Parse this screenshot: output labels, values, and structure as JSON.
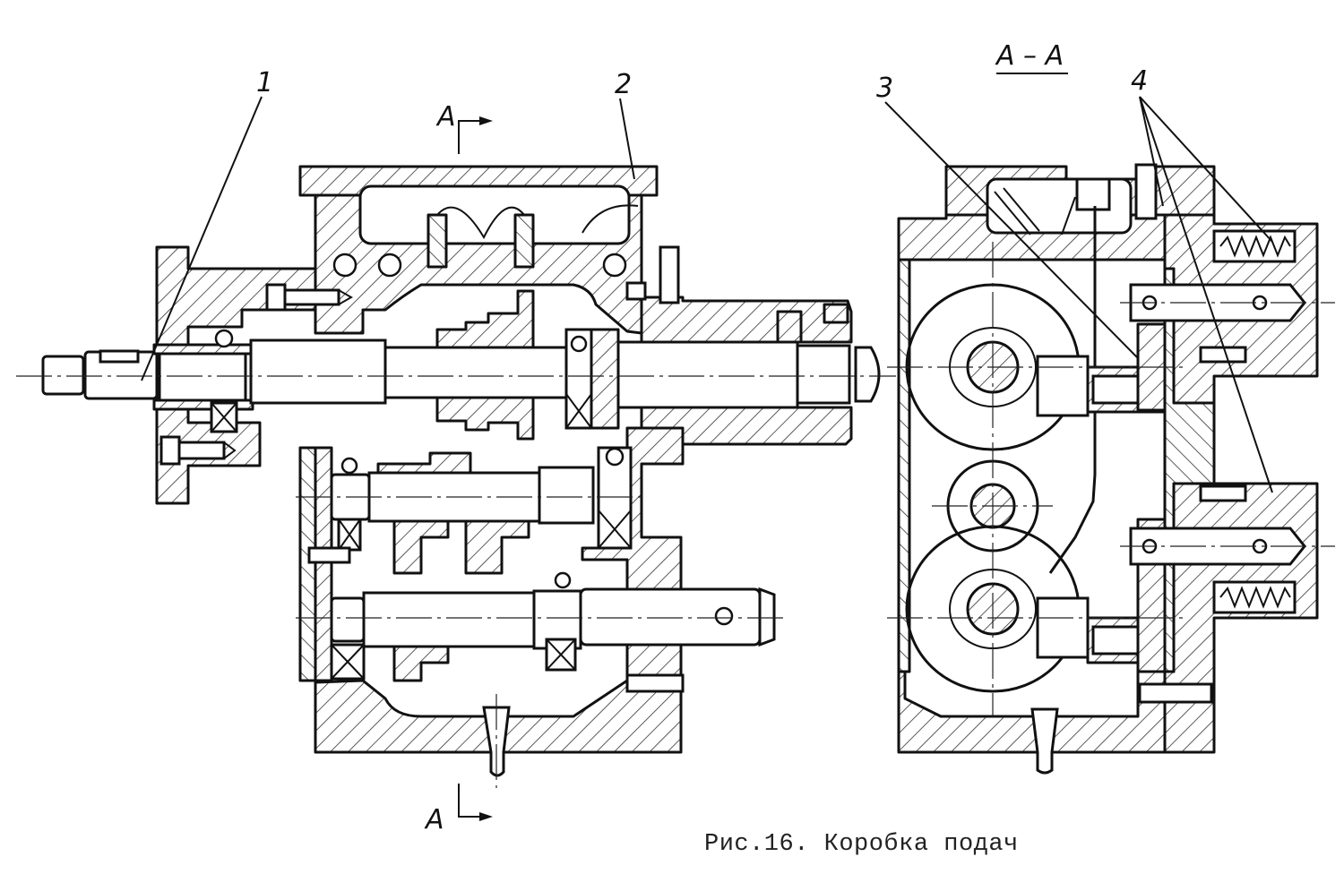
{
  "figure": {
    "caption": "Рис.16. Коробка подач",
    "section_title": "А – А",
    "section_marks": {
      "top": "А",
      "bottom": "А"
    },
    "callouts": [
      {
        "number": "1",
        "part": "input shaft"
      },
      {
        "number": "2",
        "part": "housing cover"
      },
      {
        "number": "3",
        "part": "spring"
      },
      {
        "number": "4",
        "part": "detent / fork assembly"
      }
    ],
    "views": [
      "main longitudinal section",
      "section A–A"
    ]
  }
}
